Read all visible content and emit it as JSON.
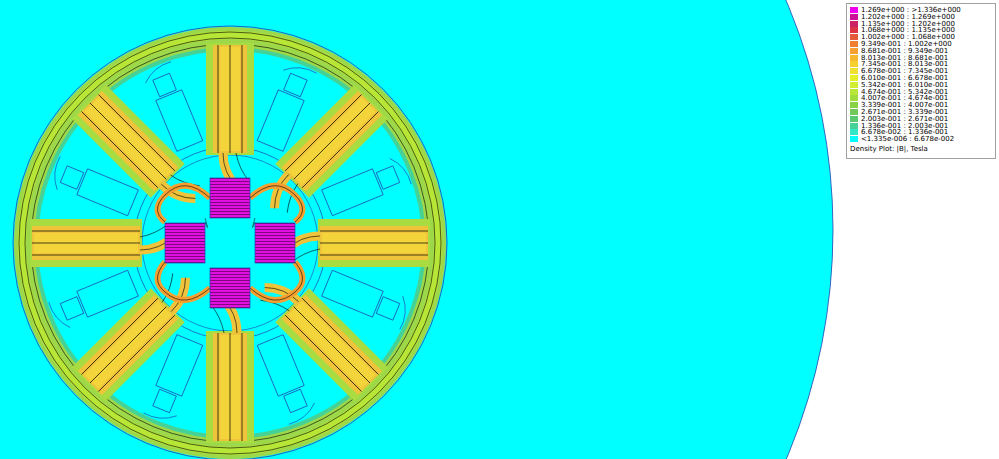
{
  "diagram": {
    "labels": [
      "Density Plot: |B|, Tesla"
    ],
    "legend": [
      {
        "text": "1.269e+000 : >1.336e+000",
        "color": "#ee00ee"
      },
      {
        "text": "1.202e+000 : 1.269e+000",
        "color": "#cc1199"
      },
      {
        "text": "1.135e+000 : 1.202e+000",
        "color": "#cc2266"
      },
      {
        "text": "1.068e+000 : 1.135e+000",
        "color": "#dd3344"
      },
      {
        "text": "1.002e+000 : 1.068e+000",
        "color": "#e65a3c"
      },
      {
        "text": "9.349e-001 : 1.002e+000",
        "color": "#f08030"
      },
      {
        "text": "8.681e-001 : 9.349e-001",
        "color": "#f5a030"
      },
      {
        "text": "8.013e-001 : 8.681e-001",
        "color": "#f5b82e"
      },
      {
        "text": "7.345e-001 : 8.013e-001",
        "color": "#f5d030"
      },
      {
        "text": "6.678e-001 : 7.345e-001",
        "color": "#f0e030"
      },
      {
        "text": "6.010e-001 : 6.678e-001",
        "color": "#e6f028"
      },
      {
        "text": "5.342e-001 : 6.010e-001",
        "color": "#d2ee30"
      },
      {
        "text": "4.674e-001 : 5.342e-001",
        "color": "#b8e636"
      },
      {
        "text": "4.007e-001 : 4.674e-001",
        "color": "#a0dc3c"
      },
      {
        "text": "3.339e-001 : 4.007e-001",
        "color": "#88d246"
      },
      {
        "text": "2.671e-001 : 3.339e-001",
        "color": "#70c85a"
      },
      {
        "text": "2.003e-001 : 2.671e-001",
        "color": "#5ac86e"
      },
      {
        "text": "1.336e-001 : 2.003e-001",
        "color": "#46d296"
      },
      {
        "text": "6.678e-002 : 1.336e-001",
        "color": "#32e6c8"
      },
      {
        "text": "<1.335e-006 : 6.678e-002",
        "color": "#00ffff"
      }
    ]
  }
}
